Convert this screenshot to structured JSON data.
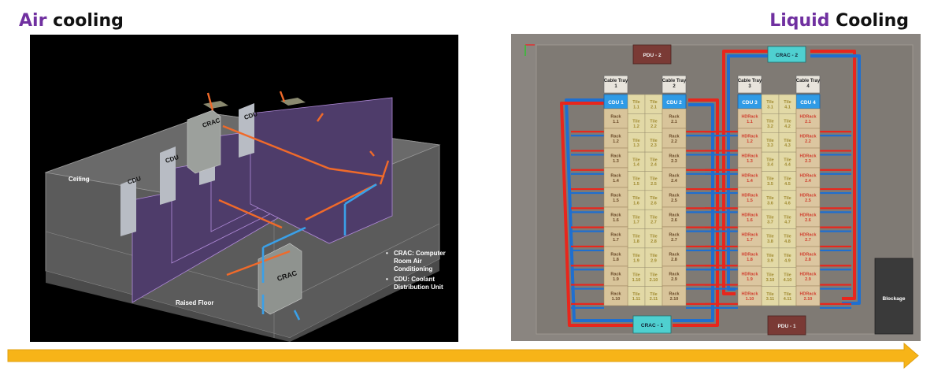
{
  "titles": {
    "air": {
      "accent": "Air",
      "rest": "cooling"
    },
    "liquid": {
      "accent": "Liquid",
      "rest": "Cooling"
    }
  },
  "air_panel": {
    "ceiling_label": "Ceiling",
    "floor_label": "Raised Floor",
    "unit_labels": {
      "crac": "CRAC",
      "cdu": "CDU"
    },
    "legend": [
      {
        "bullet": "•",
        "text": "CRAC: Computer Room Air Conditioning"
      },
      {
        "bullet": "•",
        "text": "CDU: Coolant Distribution Unit"
      }
    ]
  },
  "liquid_panel": {
    "pdu_top": "PDU - 2",
    "pdu_bottom": "PDU - 1",
    "crac_top": "CRAC - 2",
    "crac_bottom": "CRAC - 1",
    "blockage": "Blockage",
    "cable_trays": [
      "Cable Tray 1",
      "Cable Tray 2",
      "Cable Tray 3",
      "Cable Tray 4"
    ],
    "cdus": [
      "CDU 1",
      "CDU 2",
      "CDU 3",
      "CDU 4"
    ],
    "group1": {
      "col_a": [
        "Rack 1.1",
        "Rack 1.2",
        "Rack 1.3",
        "Rack 1.4",
        "Rack 1.5",
        "Rack 1.6",
        "Rack 1.7",
        "Rack 1.8",
        "Rack 1.9",
        "Rack 1.10"
      ],
      "col_b": [
        "Tile 1.1",
        "Tile 1.2",
        "Tile 1.3",
        "Tile 1.4",
        "Tile 1.5",
        "Tile 1.6",
        "Tile 1.7",
        "Tile 1.8",
        "Tile 1.9",
        "Tile 1.10",
        "Tile 1.11"
      ],
      "col_c": [
        "Tile 2.1",
        "Tile 2.2",
        "Tile 2.3",
        "Tile 2.4",
        "Tile 2.5",
        "Tile 2.6",
        "Tile 2.7",
        "Tile 2.8",
        "Tile 2.9",
        "Tile 2.10",
        "Tile 2.11"
      ],
      "col_d": [
        "Rack 2.1",
        "Rack 2.2",
        "Rack 2.3",
        "Rack 2.4",
        "Rack 2.5",
        "Rack 2.6",
        "Rack 2.7",
        "Rack 2.8",
        "Rack 2.9",
        "Rack 2.10"
      ]
    },
    "group2": {
      "col_a": [
        "HDRack 1.1",
        "HDRack 1.2",
        "HDRack 1.3",
        "HDRack 1.4",
        "HDRack 1.5",
        "HDRack 1.6",
        "HDRack 1.7",
        "HDRack 1.8",
        "HDRack 1.9",
        "HDRack 1.10"
      ],
      "col_b": [
        "Tile 3.1",
        "Tile 3.2",
        "Tile 3.3",
        "Tile 3.4",
        "Tile 3.5",
        "Tile 3.6",
        "Tile 3.7",
        "Tile 3.8",
        "Tile 3.9",
        "Tile 3.10",
        "Tile 3.11"
      ],
      "col_c": [
        "Tile 4.1",
        "Tile 4.2",
        "Tile 4.3",
        "Tile 4.4",
        "Tile 4.5",
        "Tile 4.6",
        "Tile 4.7",
        "Tile 4.8",
        "Tile 4.9",
        "Tile 4.10",
        "Tile 4.11"
      ],
      "col_d": [
        "HDRack 2.1",
        "HDRack 2.2",
        "HDRack 2.3",
        "HDRack 2.4",
        "HDRack 2.5",
        "HDRack 2.6",
        "HDRack 2.7",
        "HDRack 2.8",
        "HDRack 2.9",
        "HDRack 2.10"
      ]
    }
  },
  "colors": {
    "accent_purple": "#7030a0",
    "hot_air": "#f06a2a",
    "cold_air": "#3aa0e8",
    "hot_pipe": "#e8261c",
    "cold_pipe": "#1e6fd0",
    "cdu_blue": "#2f9be6",
    "crac_teal": "#4fd0d0",
    "pdu_maroon": "#7a3a35",
    "rack_tan": "#d8c49a",
    "hdrack_tan": "#dcc6a0",
    "tile_yellow": "#e2d9a6",
    "arrow_orange": "#f7b418"
  }
}
